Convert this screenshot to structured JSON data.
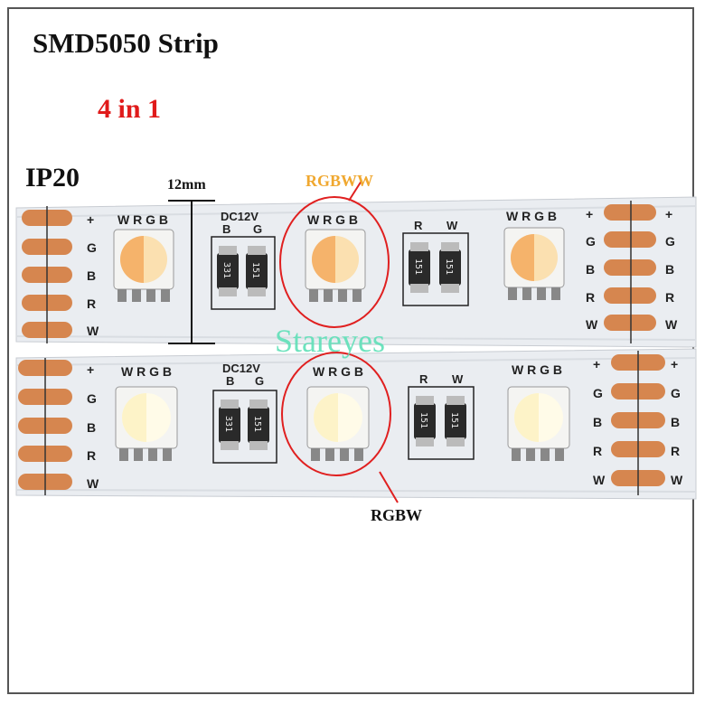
{
  "title": "SMD5050 Strip",
  "subtitle": "4 in 1",
  "rating": "IP20",
  "width_label": "12mm",
  "variant_top": "RGBWW",
  "variant_bottom": "RGBW",
  "watermark": "Stareyes",
  "pad_labels_left": [
    "+",
    "G",
    "B",
    "R",
    "W"
  ],
  "pad_labels_right": [
    "+",
    "G",
    "B",
    "R",
    "W"
  ],
  "led_pin_labels": "W R G B",
  "voltage_label": "DC12V",
  "resistor_pair_1": [
    "B",
    "G"
  ],
  "resistor_pair_2": [
    "R",
    "W"
  ],
  "resistor_codes": [
    "331",
    "151"
  ],
  "colors": {
    "strip": "#eef1f4",
    "copper": "#d6864f",
    "highlight_circle": "#e02020",
    "rgbww_label": "#f0a830",
    "title": "#111111",
    "subtitle": "#e01a1a"
  }
}
